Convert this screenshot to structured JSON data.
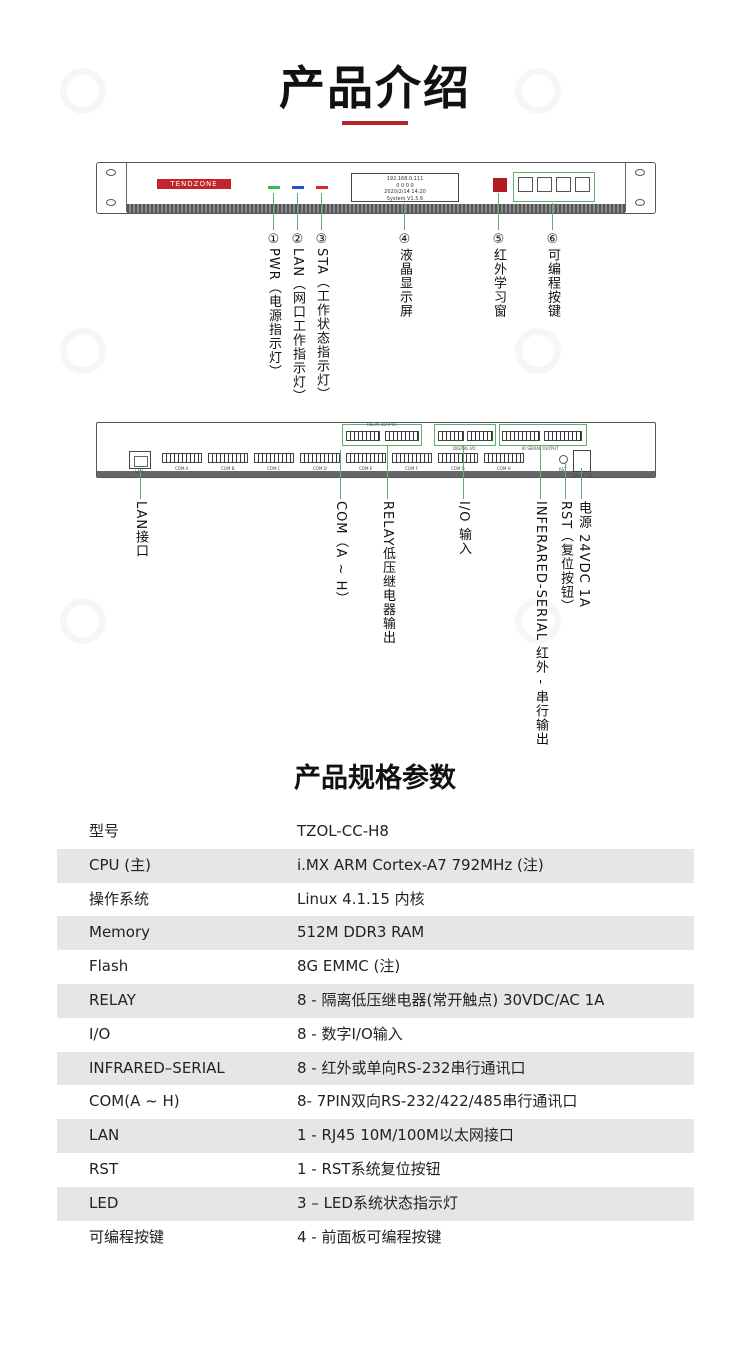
{
  "heading": "产品介绍",
  "front_panel": {
    "brand": "TENDZONE",
    "lcd_lines": [
      "192.168.0.111",
      "0 0 0 0",
      "2020/2/14  14:20",
      "System  V1.5.6"
    ],
    "callouts": [
      {
        "num": "①",
        "label": "PWR（电源指示灯）"
      },
      {
        "num": "②",
        "label": "LAN（网口工作指示灯）"
      },
      {
        "num": "③",
        "label": "STA（工作状态指示灯）"
      },
      {
        "num": "④",
        "label": "液晶显示屏"
      },
      {
        "num": "⑤",
        "label": "红外学习窗"
      },
      {
        "num": "⑥",
        "label": "可编程按键"
      }
    ],
    "led_colors": [
      "#2fbf4a",
      "#2a4fd6",
      "#d62a2a"
    ]
  },
  "back_panel": {
    "labels": [
      "LAN接口",
      "COM（A ~ H）",
      "RELAY低压继电器输出",
      "I/O 输入",
      "INFERARED-SERIAL  红外 - 串行输出",
      "RST（复位按钮）",
      "电源 24VDC 1A"
    ],
    "port_labels": {
      "lan": "LAN",
      "relay": "RELAY OUTPUT",
      "digital": "DIGITAL I/O",
      "ir": "IR SERIAL OUTPUT",
      "com": [
        "COM A",
        "COM B",
        "COM C",
        "COM D",
        "COM E",
        "COM F",
        "COM G",
        "COM H"
      ],
      "rst": "RST",
      "power": "24VDC 1A"
    }
  },
  "spec_heading": "产品规格参数",
  "specs": [
    {
      "key": "型号",
      "value": "TZOL-CC-H8"
    },
    {
      "key": "CPU (主)",
      "value": "i.MX ARM Cortex-A7 792MHz (注)"
    },
    {
      "key": "操作系统",
      "value": "Linux 4.1.15 内核"
    },
    {
      "key": "Memory",
      "value": "512M DDR3 RAM"
    },
    {
      "key": "Flash",
      "value": "8G EMMC (注)"
    },
    {
      "key": "RELAY",
      "value": "8 - 隔离低压继电器(常开触点) 30VDC/AC 1A"
    },
    {
      "key": "I/O",
      "value": "8 - 数字I/O输入"
    },
    {
      "key": "INFRARED–SERIAL",
      "value": "8 - 红外或单向RS-232串行通讯口"
    },
    {
      "key": "COM(A ~ H)",
      "value": "8- 7PIN双向RS-232/422/485串行通讯口"
    },
    {
      "key": "LAN",
      "value": "1 - RJ45 10M/100M以太网接口"
    },
    {
      "key": "RST",
      "value": "1 - RST系统复位按钮"
    },
    {
      "key": "LED",
      "value": "3 – LED系统状态指示灯"
    },
    {
      "key": "可编程按键",
      "value": "4 - 前面板可编程按键"
    }
  ],
  "colors": {
    "accent": "#b8262a",
    "callout": "#5bb06c",
    "row_shade": "#e6e6e6"
  }
}
